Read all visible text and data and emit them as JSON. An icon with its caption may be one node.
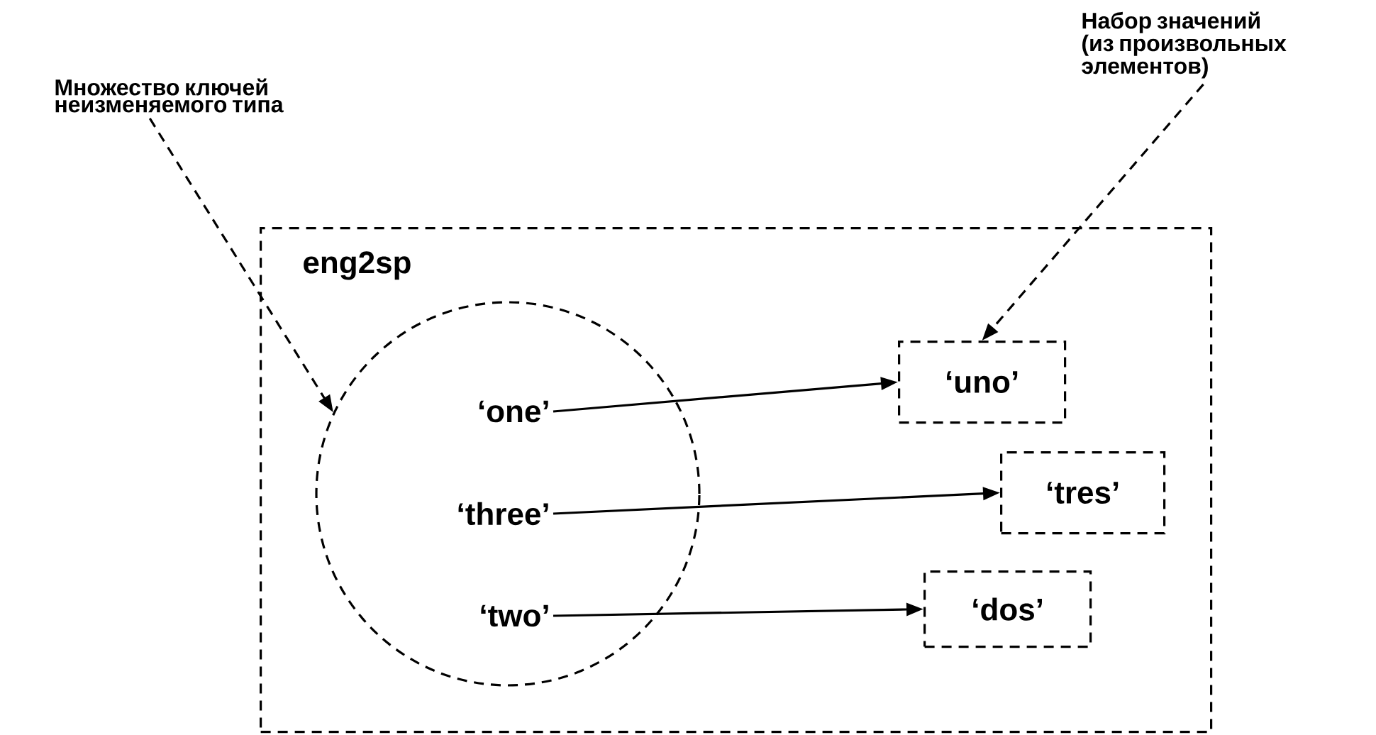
{
  "diagram": {
    "nodes": [
      {
        "text": [
          "eng2sp"
        ]
      },
      {
        "text": [],
        "shape": "circle",
        "in": 0
      },
      {
        "text": [
          "‘one’"
        ],
        "in": 1
      },
      {
        "text": [
          "‘three’"
        ],
        "in": 1
      },
      {
        "text": [
          "‘two’"
        ],
        "in": 1
      },
      {
        "text": [
          "‘uno’"
        ],
        "in": 0
      },
      {
        "text": [
          "‘tres’"
        ],
        "in": 0
      },
      {
        "text": [
          "‘dos’"
        ],
        "in": 0
      },
      {
        "text": [
          "Множество ключей неизменяемого типа"
        ]
      },
      {
        "text": [
          "Набор значений (из произвольных элементов)"
        ]
      }
    ],
    "edges": [
      {
        "from": 2,
        "to": 5,
        "arrow": "to"
      },
      {
        "from": 3,
        "to": 6,
        "arrow": "to"
      },
      {
        "from": 4,
        "to": 7,
        "arrow": "to"
      },
      {
        "from": 8,
        "to": 1,
        "arrow": "to",
        "style": "dashed"
      },
      {
        "from": 9,
        "to": 5,
        "arrow": "to",
        "style": "dashed"
      }
    ]
  }
}
